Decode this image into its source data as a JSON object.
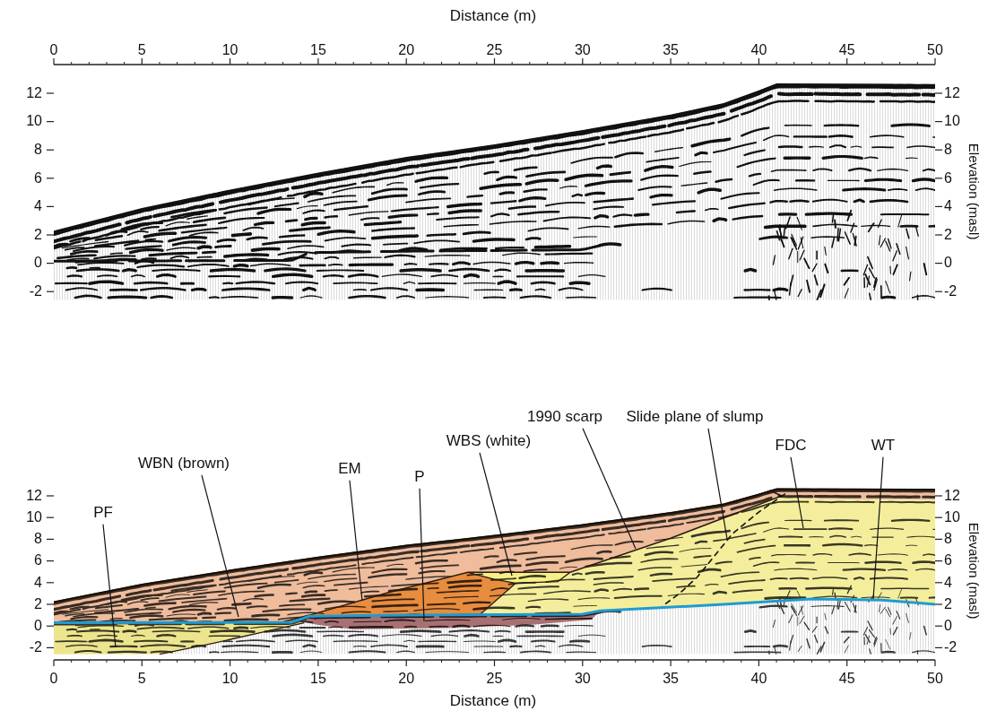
{
  "diagram": {
    "labels": [
      "Distance (m)",
      "0",
      "5",
      "10",
      "15",
      "20",
      "25",
      "30",
      "35",
      "40",
      "45",
      "50",
      "12",
      "10",
      "8",
      "6",
      "4",
      "2",
      "0",
      "-2",
      "12",
      "10",
      "8",
      "6",
      "4",
      "2",
      "0",
      "-2",
      "Elevation (masl)",
      "1990 scarp",
      "Slide plane of slump",
      "WBS (white)",
      "FDC",
      "WT",
      "WBN (brown)",
      "EM",
      "P",
      "PF",
      "12",
      "10",
      "8",
      "6",
      "4",
      "2",
      "0",
      "-2",
      "12",
      "10",
      "8",
      "6",
      "4",
      "2",
      "0",
      "-2",
      "Elevation (masl)",
      "0",
      "5",
      "10",
      "15",
      "20",
      "25",
      "30",
      "35",
      "40",
      "45",
      "50",
      "Distance (m)"
    ]
  }
}
